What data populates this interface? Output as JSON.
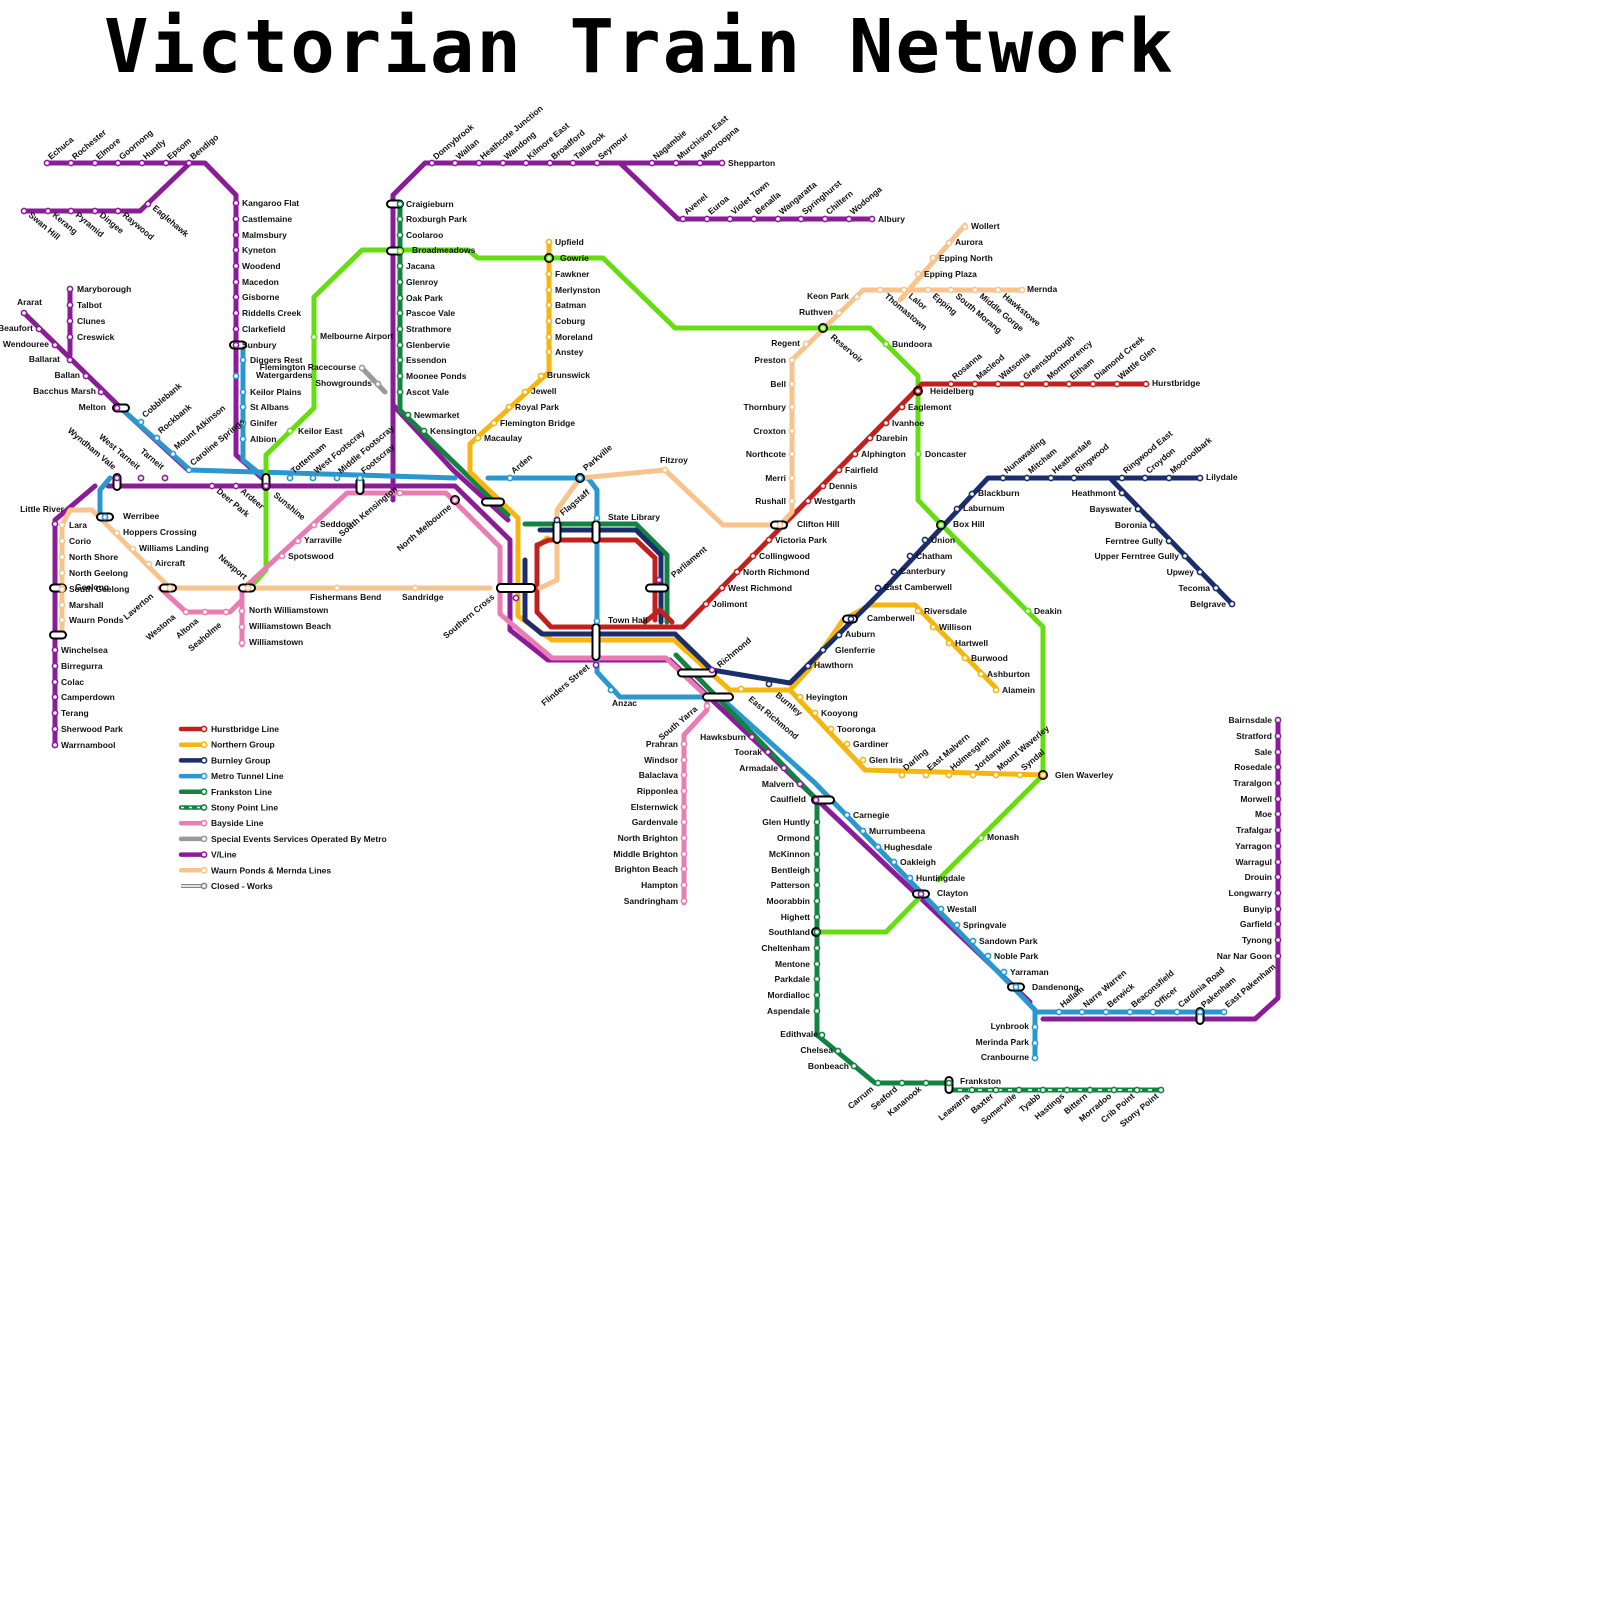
{
  "title": "Victorian Train Network",
  "colors": {
    "hurstbridge": "#c0211f",
    "northern": "#f6b50f",
    "burnley": "#1b2e6b",
    "metro_tunnel": "#2a97cf",
    "frankston": "#148341",
    "stony_point": "#148341",
    "bayside": "#e97db3",
    "special_events": "#999999",
    "vline": "#8a1c97",
    "waurn_mernda": "#f8c38d",
    "closed": "#888888",
    "orbital": "#66dd11"
  },
  "legend": [
    {
      "label": "Hurstbridge Line",
      "color": "#c0211f",
      "style": "solid"
    },
    {
      "label": "Northern Group",
      "color": "#f6b50f",
      "style": "solid"
    },
    {
      "label": "Burnley Group",
      "color": "#1b2e6b",
      "style": "solid"
    },
    {
      "label": "Metro Tunnel Line",
      "color": "#2a97cf",
      "style": "solid"
    },
    {
      "label": "Frankston Line",
      "color": "#148341",
      "style": "solid"
    },
    {
      "label": "Stony Point Line",
      "color": "#148341",
      "style": "dashed"
    },
    {
      "label": "Bayside Line",
      "color": "#e97db3",
      "style": "solid"
    },
    {
      "label": "Special Events Services Operated By Metro",
      "color": "#999999",
      "style": "solid"
    },
    {
      "label": "V/Line",
      "color": "#8a1c97",
      "style": "solid"
    },
    {
      "label": "Waurn Ponds & Mernda Lines",
      "color": "#f8c38d",
      "style": "solid"
    },
    {
      "label": "Closed - Works",
      "color": "#888888",
      "style": "hollow"
    }
  ],
  "stations": [
    "Echuca",
    "Rochester",
    "Elmore",
    "Goornong",
    "Huntly",
    "Epsom",
    "Bendigo",
    "Swan Hill",
    "Kerang",
    "Pyramid",
    "Dingee",
    "Raywood",
    "Eaglehawk",
    "Kangaroo Flat",
    "Castlemaine",
    "Malmsbury",
    "Kyneton",
    "Woodend",
    "Macedon",
    "Gisborne",
    "Riddells Creek",
    "Clarkefield",
    "Sunbury",
    "Diggers Rest",
    "Watergardens",
    "Keilor Plains",
    "St Albans",
    "Ginifer",
    "Albion",
    "Keilor East",
    "Maryborough",
    "Talbot",
    "Clunes",
    "Creswick",
    "Ararat",
    "Beaufort",
    "Wendouree",
    "Ballarat",
    "Ballan",
    "Bacchus Marsh",
    "Melton",
    "Cobblebank",
    "Rockbank",
    "Mount Atkinson",
    "Caroline Springs",
    "Wyndham Vale",
    "West Tarneit",
    "Tarneit",
    "Deer Park",
    "Ardeer",
    "Sunshine",
    "Tottenham",
    "West Footscray",
    "Middle Footscray",
    "Footscray",
    "Little River",
    "Lara",
    "Corio",
    "North Shore",
    "North Geelong",
    "Geelong",
    "South Geelong",
    "Marshall",
    "Waurn Ponds",
    "Winchelsea",
    "Birregurra",
    "Colac",
    "Camperdown",
    "Terang",
    "Sherwood Park",
    "Warrnambool",
    "Werribee",
    "Hoppers Crossing",
    "Williams Landing",
    "Aircraft",
    "Laverton",
    "Westona",
    "Altona",
    "Seaholme",
    "Newport",
    "North Williamstown",
    "Williamstown Beach",
    "Williamstown",
    "Spotswood",
    "Yarraville",
    "Seddon",
    "South Kensington",
    "Fishermans Bend",
    "Sandridge",
    "North Melbourne",
    "Southern Cross",
    "Flinders Street",
    "Melbourne Airport",
    "Flemington Racecourse",
    "Showgrounds",
    "Donnybrook",
    "Wallan",
    "Heathcote Junction",
    "Wandong",
    "Kilmore East",
    "Broadford",
    "Tallarook",
    "Seymour",
    "Nagambie",
    "Murchison East",
    "Mooroopna",
    "Shepparton",
    "Avenel",
    "Euroa",
    "Violet Town",
    "Benalla",
    "Wangaratta",
    "Springhurst",
    "Chiltern",
    "Wodonga",
    "Albury",
    "Craigieburn",
    "Roxburgh Park",
    "Coolaroo",
    "Broadmeadows",
    "Jacana",
    "Glenroy",
    "Oak Park",
    "Pascoe Vale",
    "Strathmore",
    "Glenbervie",
    "Essendon",
    "Moonee Ponds",
    "Ascot Vale",
    "Newmarket",
    "Kensington",
    "Upfield",
    "Gowrie",
    "Fawkner",
    "Merlynston",
    "Batman",
    "Coburg",
    "Moreland",
    "Anstey",
    "Brunswick",
    "Jewell",
    "Royal Park",
    "Flemington Bridge",
    "Macaulay",
    "Arden",
    "Parkville",
    "Flagstaff",
    "State Library",
    "Parliament",
    "Town Hall",
    "Fitzroy",
    "Anzac",
    "Wollert",
    "Aurora",
    "Epping North",
    "Epping Plaza",
    "Mernda",
    "Hawkstowe",
    "Middle Gorge",
    "South Morang",
    "Epping",
    "Lalor",
    "Thomastown",
    "Keon Park",
    "Ruthven",
    "Reservoir",
    "Regent",
    "Preston",
    "Bell",
    "Thornbury",
    "Croxton",
    "Northcote",
    "Merri",
    "Rushall",
    "Clifton Hill",
    "Bundoora",
    "Doncaster",
    "Deakin",
    "Monash",
    "Glen Waverley",
    "Heidelberg",
    "Rosanna",
    "Macleod",
    "Watsonia",
    "Greensborough",
    "Montmorency",
    "Eltham",
    "Diamond Creek",
    "Wattle Glen",
    "Hurstbridge",
    "Eaglemont",
    "Ivanhoe",
    "Darebin",
    "Alphington",
    "Fairfield",
    "Dennis",
    "Westgarth",
    "Victoria Park",
    "Collingwood",
    "North Richmond",
    "West Richmond",
    "Jolimont",
    "Blackburn",
    "Nunawading",
    "Mitcham",
    "Heatherdale",
    "Ringwood",
    "Ringwood East",
    "Croydon",
    "Mooroolbark",
    "Lilydale",
    "Heathmont",
    "Bayswater",
    "Boronia",
    "Ferntree Gully",
    "Upper Ferntree Gully",
    "Upwey",
    "Tecoma",
    "Belgrave",
    "Laburnum",
    "Box Hill",
    "Union",
    "Chatham",
    "Canterbury",
    "East Camberwell",
    "Camberwell",
    "Auburn",
    "Glenferrie",
    "Hawthorn",
    "Riversdale",
    "Willison",
    "Hartwell",
    "Burwood",
    "Ashburton",
    "Alamein",
    "Richmond",
    "Burnley",
    "East Richmond",
    "Heyington",
    "Kooyong",
    "Tooronga",
    "Gardiner",
    "Glen Iris",
    "Darling",
    "East Malvern",
    "Holmesglen",
    "Jordanville",
    "Mount Waverley",
    "Syndal",
    "South Yarra",
    "Prahran",
    "Windsor",
    "Balaclava",
    "Ripponlea",
    "Elsternwick",
    "Gardenvale",
    "North Brighton",
    "Middle Brighton",
    "Brighton Beach",
    "Hampton",
    "Sandringham",
    "Hawksburn",
    "Toorak",
    "Armadale",
    "Malvern",
    "Caulfield",
    "Carnegie",
    "Murrumbeena",
    "Hughesdale",
    "Oakleigh",
    "Huntingdale",
    "Clayton",
    "Westall",
    "Springvale",
    "Sandown Park",
    "Noble Park",
    "Yarraman",
    "Dandenong",
    "Hallam",
    "Narre Warren",
    "Berwick",
    "Beaconsfield",
    "Officer",
    "Cardinia Road",
    "Pakenham",
    "East Pakenham",
    "Lynbrook",
    "Merinda Park",
    "Cranbourne",
    "Glen Huntly",
    "Ormond",
    "McKinnon",
    "Bentleigh",
    "Patterson",
    "Moorabbin",
    "Highett",
    "Southland",
    "Cheltenham",
    "Mentone",
    "Parkdale",
    "Mordialloc",
    "Aspendale",
    "Edithvale",
    "Chelsea",
    "Bonbeach",
    "Carrum",
    "Seaford",
    "Kananook",
    "Frankston",
    "Leawarra",
    "Baxter",
    "Somerville",
    "Tyabb",
    "Hastings",
    "Bittern",
    "Morradoo",
    "Crib Point",
    "Stony Point",
    "Bairnsdale",
    "Stratford",
    "Sale",
    "Rosedale",
    "Traralgon",
    "Morwell",
    "Moe",
    "Trafalgar",
    "Yarragon",
    "Warragul",
    "Drouin",
    "Longwarry",
    "Bunyip",
    "Garfield",
    "Tynong",
    "Nar Nar Goon"
  ]
}
